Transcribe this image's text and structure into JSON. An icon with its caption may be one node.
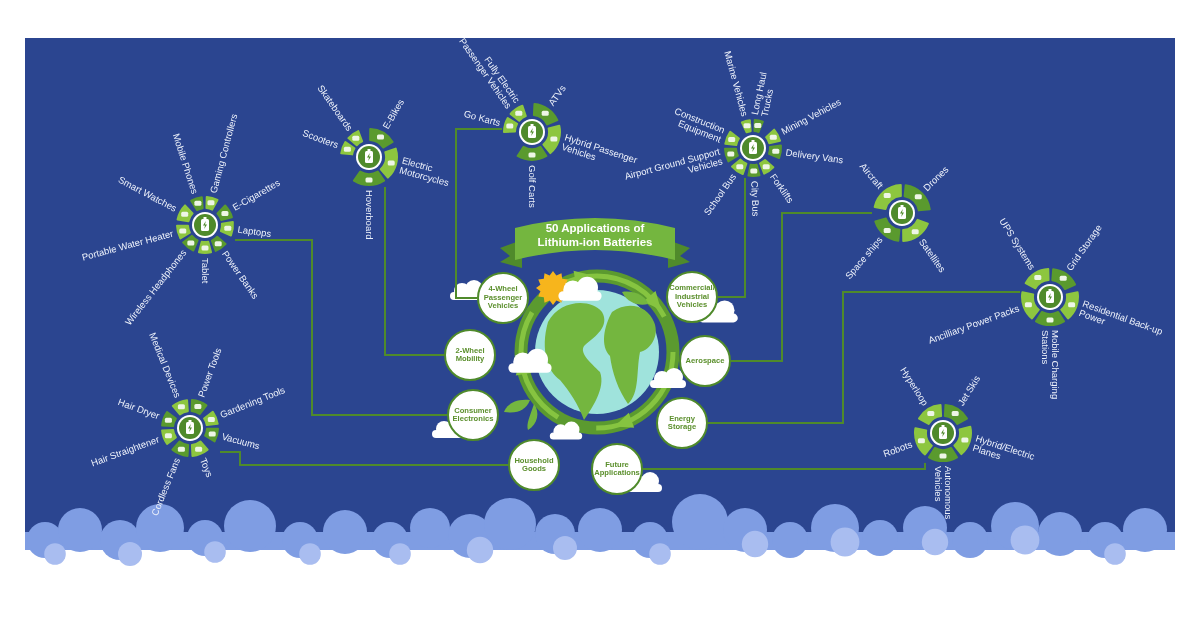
{
  "diagram": {
    "title": "50 Applications of Lithium-ion Batteries",
    "nodes": [
      {
        "text": [
          "4-Wheel Passenger Vehicles"
        ]
      },
      {
        "text": [
          "Commercial/ Industrial Vehicles"
        ]
      },
      {
        "text": [
          "2-Wheel Mobility"
        ]
      },
      {
        "text": [
          "Aerospace"
        ]
      },
      {
        "text": [
          "Consumer Electronics"
        ]
      },
      {
        "text": [
          "Energy Storage"
        ]
      },
      {
        "text": [
          "Household Goods"
        ]
      },
      {
        "text": [
          "Future Applications"
        ]
      },
      {
        "text": [],
        "shape": "circle",
        "beside": [
          "Smart Watches",
          "Mobile Phones",
          "Gaming Controllers",
          "E-Cigarettes",
          "Laptops",
          "Power Banks",
          "Tablet",
          "Wireless Headphones",
          "Portable Water Heater"
        ]
      },
      {
        "text": [],
        "shape": "circle",
        "beside": [
          "Skateboards",
          "E-Bikes",
          "Electric Motorcycles",
          "Hoverboard",
          "Scooters"
        ]
      },
      {
        "text": [],
        "shape": "circle",
        "beside": [
          "Fully Electric Passenger Vehicles",
          "ATVs",
          "Hybrid Passenger Vehicles",
          "Golf Carts",
          "Go Karts"
        ]
      },
      {
        "text": [],
        "shape": "circle",
        "beside": [
          "Marine Vehicles",
          "Long Haul Trucks",
          "Mining Vehicles",
          "Delivery Vans",
          "Forklifts",
          "City Bus",
          "School Bus",
          "Airport Ground Support Vehicles",
          "Construction Equipment"
        ]
      },
      {
        "text": [],
        "shape": "circle",
        "beside": [
          "Aircraft",
          "Drones",
          "Satellites",
          "Space ships"
        ]
      },
      {
        "text": [],
        "shape": "circle",
        "beside": [
          "UPS Systems",
          "Grid Storage",
          "Residential Back-up Power",
          "Mobile Charging Stations",
          "Ancilliary Power Packs"
        ]
      },
      {
        "text": [],
        "shape": "circle",
        "beside": [
          "Medical Devices",
          "Power Tools",
          "Gardening Tools",
          "Vacuums",
          "Toys",
          "Cordless Fans",
          "Hair Straightener",
          "Hair Dryer"
        ]
      },
      {
        "text": [],
        "shape": "circle",
        "beside": [
          "Hyperloop",
          "Jet Skis",
          "Hybrid/Electric Planes",
          "Autonomous Vehicles",
          "Robots"
        ]
      }
    ],
    "edges": [
      {
        "from": 0,
        "to": 10,
        "arrow": "none"
      },
      {
        "from": 1,
        "to": 11,
        "arrow": "none"
      },
      {
        "from": 2,
        "to": 9,
        "arrow": "none"
      },
      {
        "from": 3,
        "to": 12,
        "arrow": "none"
      },
      {
        "from": 4,
        "to": 8,
        "arrow": "none"
      },
      {
        "from": 5,
        "to": 13,
        "arrow": "none"
      },
      {
        "from": 6,
        "to": 14,
        "arrow": "none"
      },
      {
        "from": 7,
        "to": 15,
        "arrow": "none"
      }
    ]
  }
}
